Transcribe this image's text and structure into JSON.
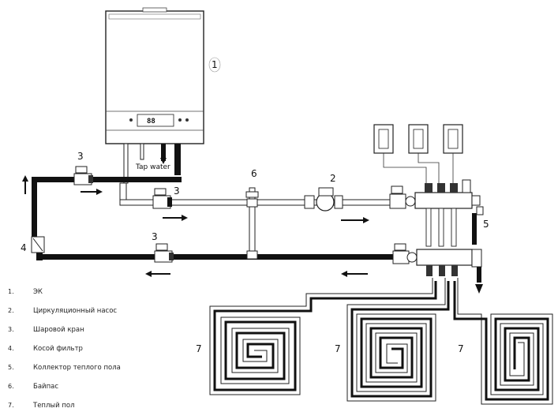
{
  "callouts": {
    "boiler": "1",
    "pump": "2",
    "ball_valve_top_left": "3",
    "ball_valve_supply": "3",
    "ball_valve_return": "3",
    "filter": "4",
    "manifold": "5",
    "bypass": "6",
    "loop_left": "7",
    "loop_middle": "7",
    "loop_right": "7"
  },
  "boiler_display": "88",
  "tap_water_label": "Tap water",
  "legend": [
    {
      "num": "1.",
      "text": "ЭК"
    },
    {
      "num": "2.",
      "text": "Циркуляционный насос"
    },
    {
      "num": "3.",
      "text": "Шаровой кран"
    },
    {
      "num": "4.",
      "text": "Косой фильтр"
    },
    {
      "num": "5.",
      "text": "Коллектор теплого пола"
    },
    {
      "num": "6.",
      "text": "Байпас"
    },
    {
      "num": "7.",
      "text": "Теплый пол"
    }
  ]
}
